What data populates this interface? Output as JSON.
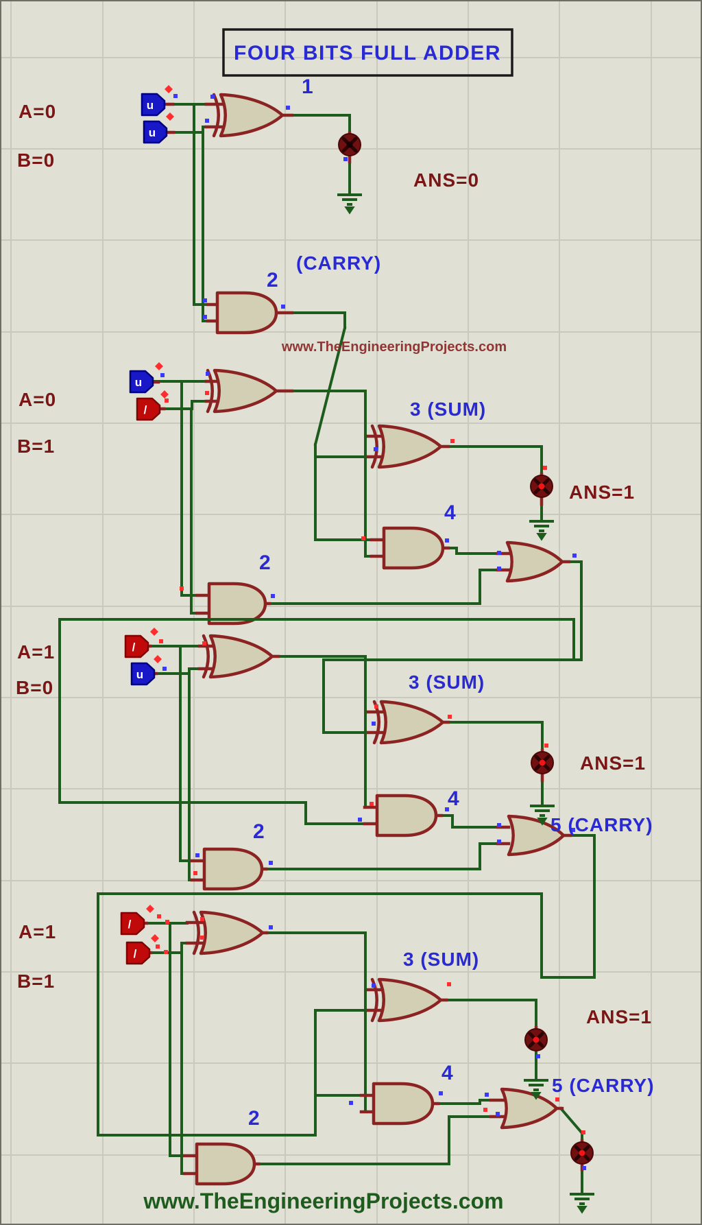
{
  "title": "FOUR BITS FULL ADDER",
  "watermark_middle": "www.TheEngineeringProjects.com",
  "watermark_bottom": "www.TheEngineeringProjects.com",
  "input_glyphs": {
    "low": "u",
    "high": "/"
  },
  "colors": {
    "background": "#e0e1d4",
    "grid": "#c9cabd",
    "wire_green": "#1d5c1d",
    "gate_outline": "#8b2323",
    "gate_fill": "#d2cfb4",
    "label_blue": "#2a2ad4",
    "label_dark_red": "#7a1616",
    "input_low_blue": "#1818c8",
    "input_high_red": "#c00a0a",
    "led_body": "#701010",
    "led_on": "#f01616",
    "watermark_red": "#8b2323",
    "watermark_green": "#1d5c1d"
  },
  "stages": [
    {
      "name": "bit-1",
      "a_label": "A=0",
      "b_label": "B=0",
      "ans_label": "ANS=0",
      "gate1_label": "1",
      "gate2_label": "2",
      "carry_label": "(CARRY)",
      "a_glyph": "u",
      "b_glyph": "u",
      "led_state": "off"
    },
    {
      "name": "bit-2",
      "a_label": "A=0",
      "b_label": "B=1",
      "ans_label": "ANS=1",
      "sum_label": "3 (SUM)",
      "gate4_label": "4",
      "gate2_label": "2",
      "a_glyph": "u",
      "b_glyph": "/",
      "led_state": "on"
    },
    {
      "name": "bit-3",
      "a_label": "A=1",
      "b_label": "B=0",
      "ans_label": "ANS=1",
      "sum_label": "3 (SUM)",
      "gate4_label": "4",
      "gate2_label": "2",
      "carry_label": "5 (CARRY)",
      "a_glyph": "/",
      "b_glyph": "u",
      "led_state": "on"
    },
    {
      "name": "bit-4",
      "a_label": "A=1",
      "b_label": "B=1",
      "ans_label": "ANS=1",
      "sum_label": "3 (SUM)",
      "gate4_label": "4",
      "gate2_label": "2",
      "carry_label": "5 (CARRY)",
      "a_glyph": "/",
      "b_glyph": "/",
      "led_state": "on",
      "carry_led_state": "on"
    }
  ]
}
